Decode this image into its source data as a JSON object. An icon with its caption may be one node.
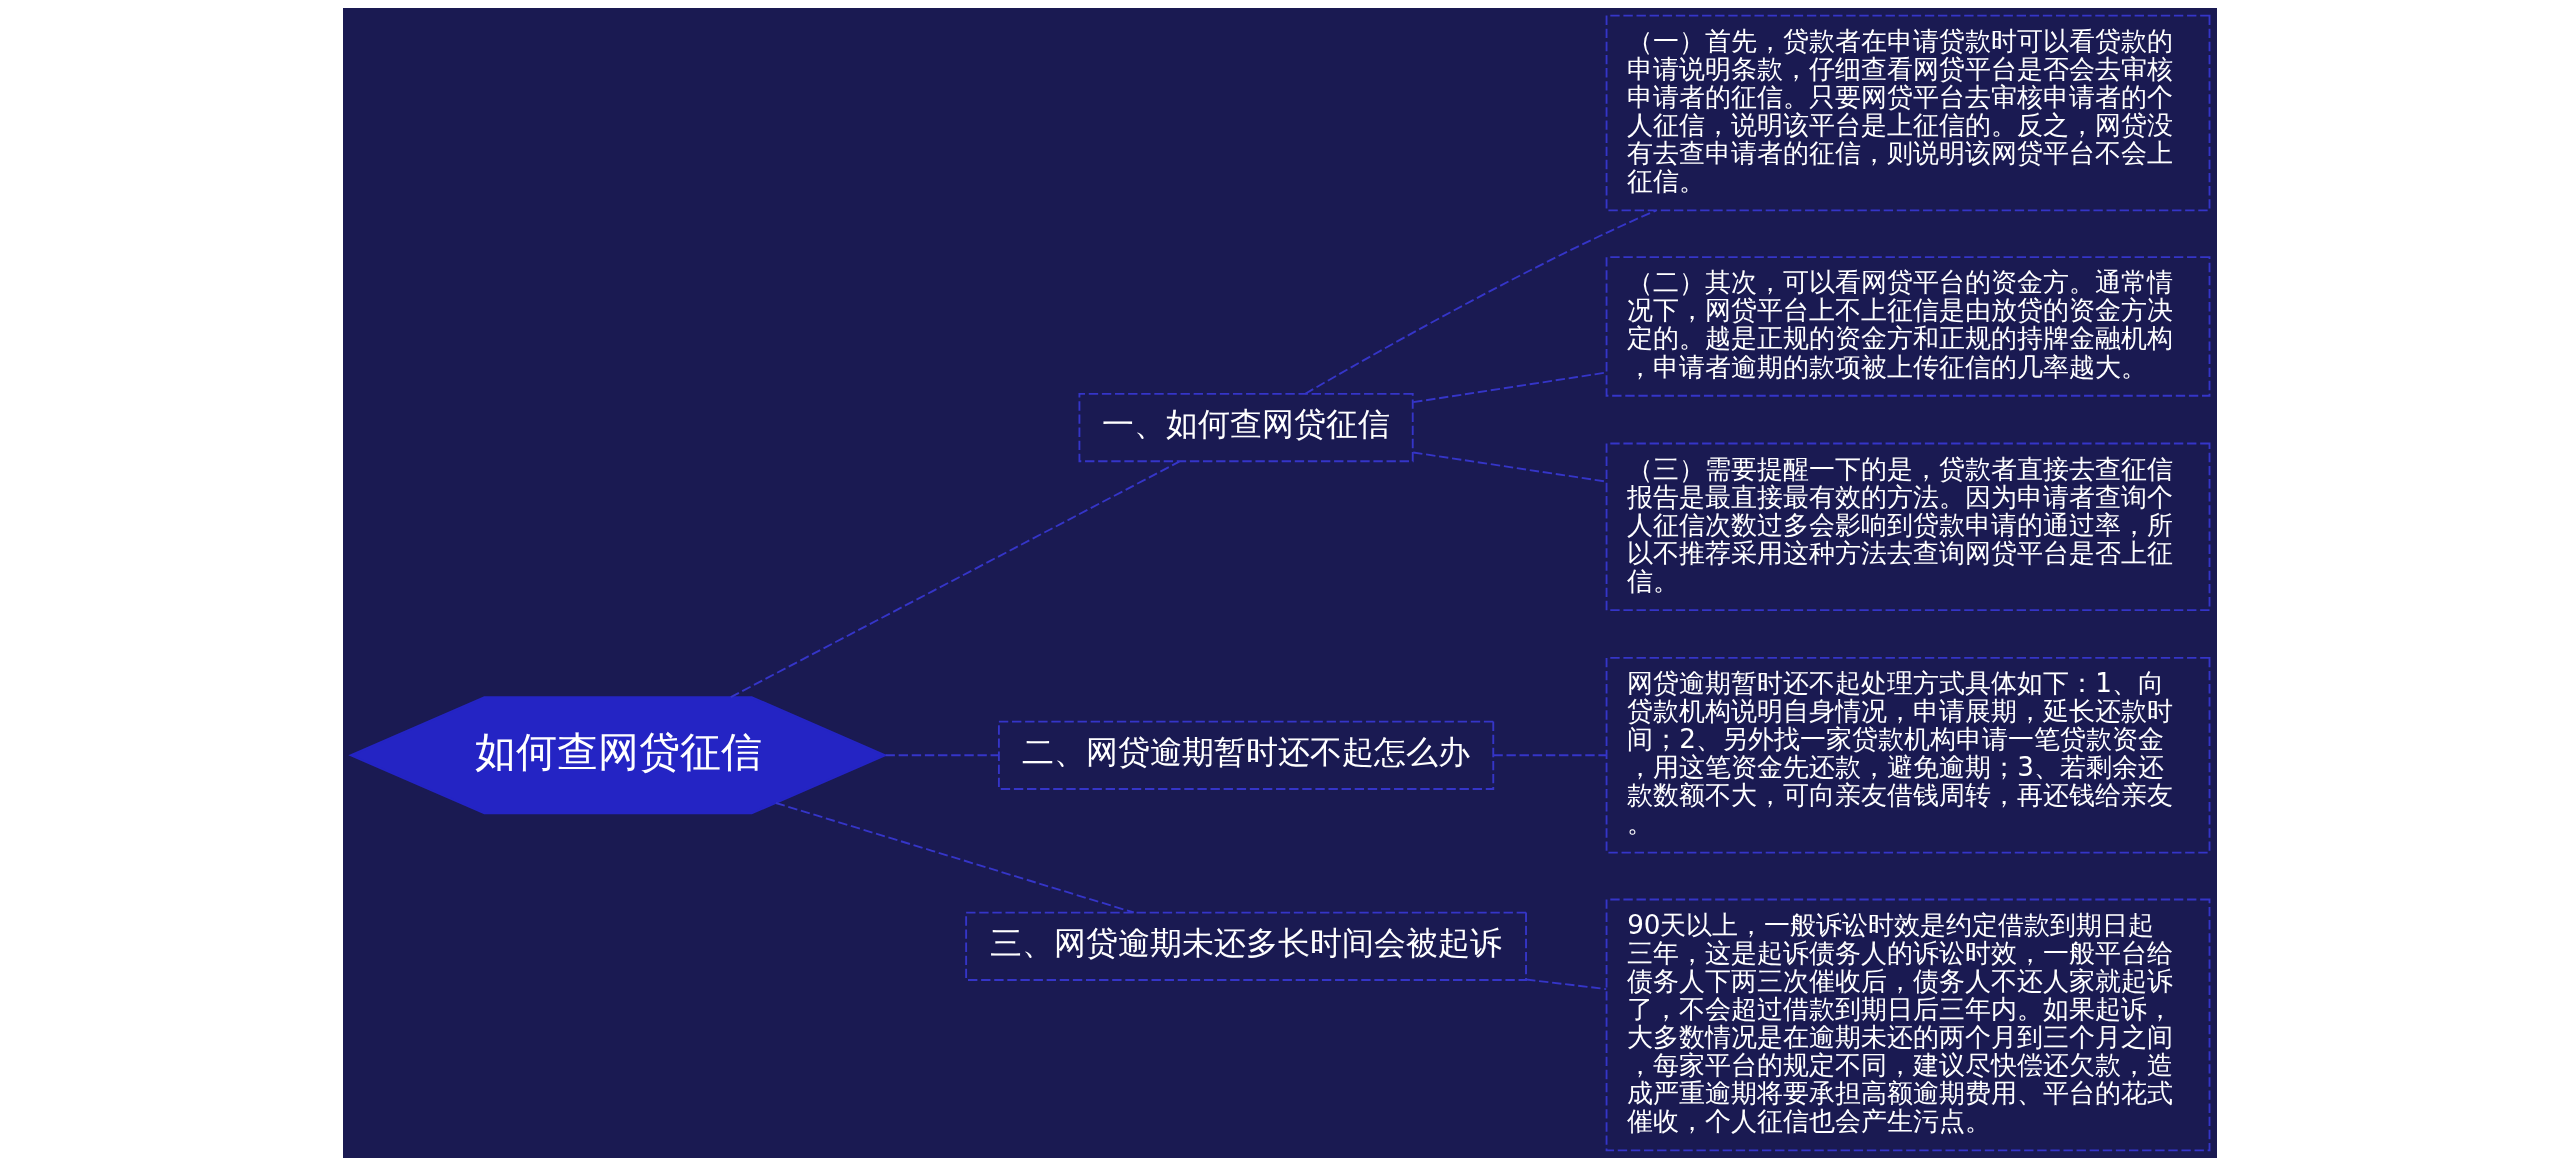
{
  "diagram": {
    "nodes": [
      {
        "text": [
          "如何查网贷征信"
        ]
      },
      {
        "text": [
          "一、如何查网贷征信"
        ]
      },
      {
        "text": [
          "（一）首先，贷款者在申请贷款时可以看贷款的申请说明条款，仔细查看网贷平台是否会去审核申请者的征信。只要网贷平台去审核申请者的个人征信，说明该平台是上征信的。反之，网贷没有去查申请者的征信，则说明该网贷平台不会上征信。"
        ]
      },
      {
        "text": [
          "（二）其次，可以看网贷平台的资金方。通常情况下，网贷平台上不上征信是由放贷的资金方决定的。越是正规的资金方和正规的持牌金融机构，申请者逾期的款项被上传征信的几率越大。"
        ]
      },
      {
        "text": [
          "（三）需要提醒一下的是，贷款者直接去查征信报告是最直接最有效的方法。因为申请者查询个人征信次数过多会影响到贷款申请的通过率，所以不推荐采用这种方法去查询网贷平台是否上征信。"
        ]
      },
      {
        "text": [
          "二、网贷逾期暂时还不起怎么办"
        ]
      },
      {
        "text": [
          "网贷逾期暂时还不起处理方式具体如下：1、向贷款机构说明自身情况，申请展期，延长还款时间；2、另外找一家贷款机构申请一笔贷款资金，用这笔资金先还款，避免逾期；3、若剩余还款数额不大，可向亲友借钱周转，再还钱给亲友。"
        ]
      },
      {
        "text": [
          "三、网贷逾期未还多长时间会被起诉"
        ]
      },
      {
        "text": [
          "90天以上，一般诉讼时效是约定借款到期日起三年，这是起诉债务人的诉讼时效，一般平台给债务人下两三次催收后，债务人不还人家就起诉了，不会超过借款到期日后三年内。如果起诉，大多数情况是在逾期未还的两个月到三个月之间，每家平台的规定不同，建议尽快偿还欠款，造成严重逾期将要承担高额逾期费用、平台的花式催收，个人征信也会产生污点。"
        ]
      }
    ],
    "edges": [
      {
        "from": 0,
        "to": 1,
        "arrow": "none"
      },
      {
        "from": 1,
        "to": 2,
        "arrow": "none"
      },
      {
        "from": 1,
        "to": 3,
        "arrow": "none"
      },
      {
        "from": 1,
        "to": 4,
        "arrow": "none"
      },
      {
        "from": 0,
        "to": 5,
        "arrow": "none"
      },
      {
        "from": 5,
        "to": 6,
        "arrow": "none"
      },
      {
        "from": 0,
        "to": 7,
        "arrow": "none"
      },
      {
        "from": 7,
        "to": 8,
        "arrow": "none"
      }
    ]
  }
}
